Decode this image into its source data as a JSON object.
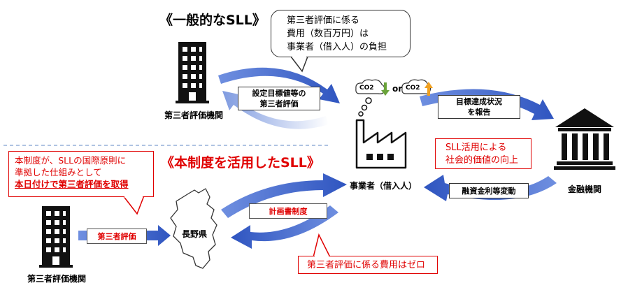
{
  "headings": {
    "general": "《一般的なSLL》",
    "this_system": "《本制度を活用したSLL》"
  },
  "top_callout": {
    "lines": [
      "第三者評価に係る",
      "費用（数百万円）は",
      "事業者（借入人）の負担"
    ]
  },
  "arrow_labels": {
    "setting_review": [
      "設定目標値等の",
      "第三者評価"
    ],
    "progress_report": [
      "目標達成状況",
      "を報告"
    ],
    "interest_change": "融資金利等変動",
    "plan_system": "計画書制度",
    "third_party_review": "第三者評価"
  },
  "entities": {
    "third_party_top": "第三者評価機関",
    "third_party_bottom": "第三者評価機関",
    "borrower": "事業者（借入人）",
    "financial": "金融機関",
    "nagano": "長野県"
  },
  "co2": {
    "label": "CO2",
    "or": "or"
  },
  "red_boxes": {
    "social_value": [
      "SLL活用による",
      "社会的価値の向上"
    ],
    "system_note": [
      "本制度が、SLLの国際原則に",
      "準拠した仕組みとして",
      "本日付けで第三者評価を取得"
    ],
    "zero_cost": "第三者評価に係る費用はゼロ"
  },
  "colors": {
    "arrow_blue": "#3a5fc8",
    "arrow_light": "#8fa8e6",
    "highlight_red": "#e00000",
    "divider": "#7f9fd0"
  }
}
